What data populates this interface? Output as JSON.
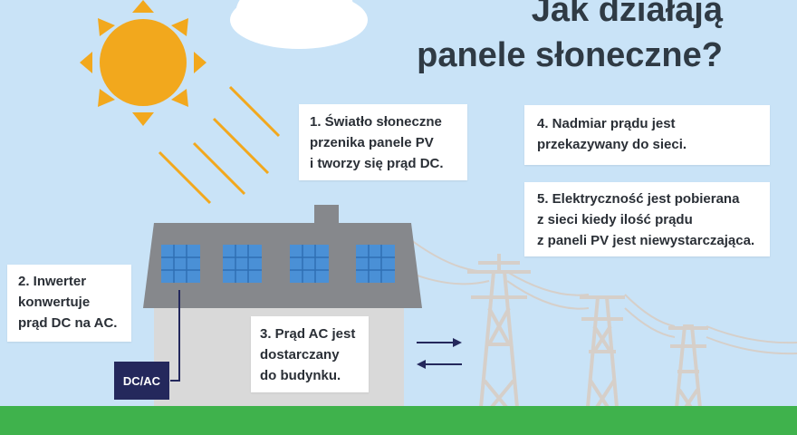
{
  "title": {
    "line1": "Jak działają",
    "line2": "panele słoneczne?"
  },
  "steps": {
    "step1": [
      "1. Światło słoneczne",
      "przenika panele PV",
      "i tworzy się prąd DC."
    ],
    "step2": [
      "2. Inwerter",
      "konwertuje",
      "prąd DC na AC."
    ],
    "step3": [
      "3. Prąd AC jest",
      "dostarczany",
      "do budynku."
    ],
    "step4": [
      "4. Nadmiar prądu jest",
      "przekazywany do sieci."
    ],
    "step5": [
      "5. Elektryczność jest pobierana",
      "z sieci kiedy ilość prądu",
      "z paneli PV jest niewystarczająca."
    ]
  },
  "inverter_label": "DC/AC",
  "colors": {
    "sky": "#c9e3f7",
    "sun": "#f2a81d",
    "roof": "#86888c",
    "wall": "#d9d9d9",
    "panel": "#4a90d6",
    "grass": "#3fb24c",
    "inverter": "#24285c",
    "pylon": "#d6cfc9",
    "arrow": "#24285c"
  }
}
